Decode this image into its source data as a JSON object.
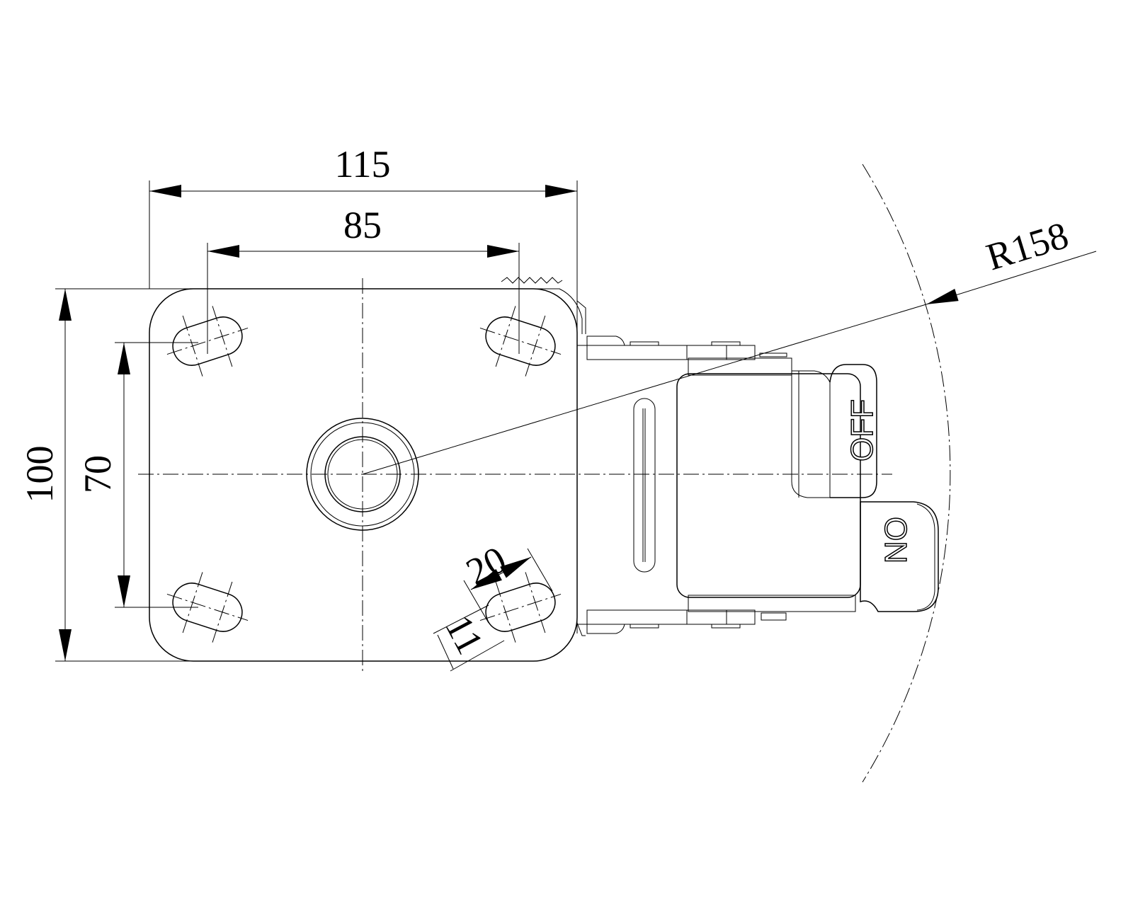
{
  "dimensions": {
    "overall_width": "115",
    "hole_spacing_width": "85",
    "overall_height": "100",
    "hole_spacing_height": "70",
    "slot_length": "20",
    "slot_width": "11",
    "swivel_radius": "R158"
  },
  "pedals": {
    "off_label": "OFF",
    "on_label": "ON"
  },
  "colors": {
    "line": "#000000",
    "background": "#ffffff"
  }
}
